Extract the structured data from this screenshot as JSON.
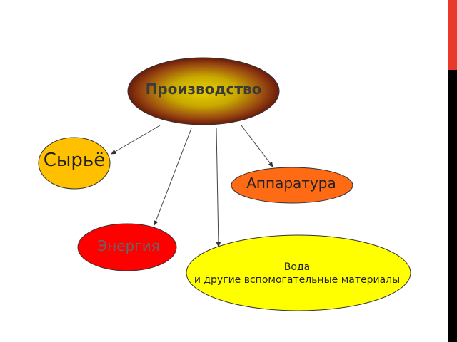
{
  "diagram": {
    "root": {
      "label": "Производство"
    },
    "nodes": [
      {
        "id": "raw",
        "label": "Сырьё",
        "color": "#FFC000"
      },
      {
        "id": "equipment",
        "label": "Аппаратура",
        "color": "#FF6A14"
      },
      {
        "id": "energy",
        "label": "Энергия",
        "color": "#FF0000"
      },
      {
        "id": "water",
        "label_line1": "Вода",
        "label_line2": "и другие вспомогательные материалы",
        "color": "#FFFF00"
      }
    ],
    "edges": [
      {
        "from": "root",
        "to": "raw"
      },
      {
        "from": "root",
        "to": "energy"
      },
      {
        "from": "root",
        "to": "water"
      },
      {
        "from": "root",
        "to": "equipment"
      }
    ]
  },
  "colors": {
    "root_center": "#D4C000",
    "root_edge": "#6B1A0A",
    "accent_red": "#E8392B",
    "accent_black": "#000000",
    "outline": "#333333"
  }
}
